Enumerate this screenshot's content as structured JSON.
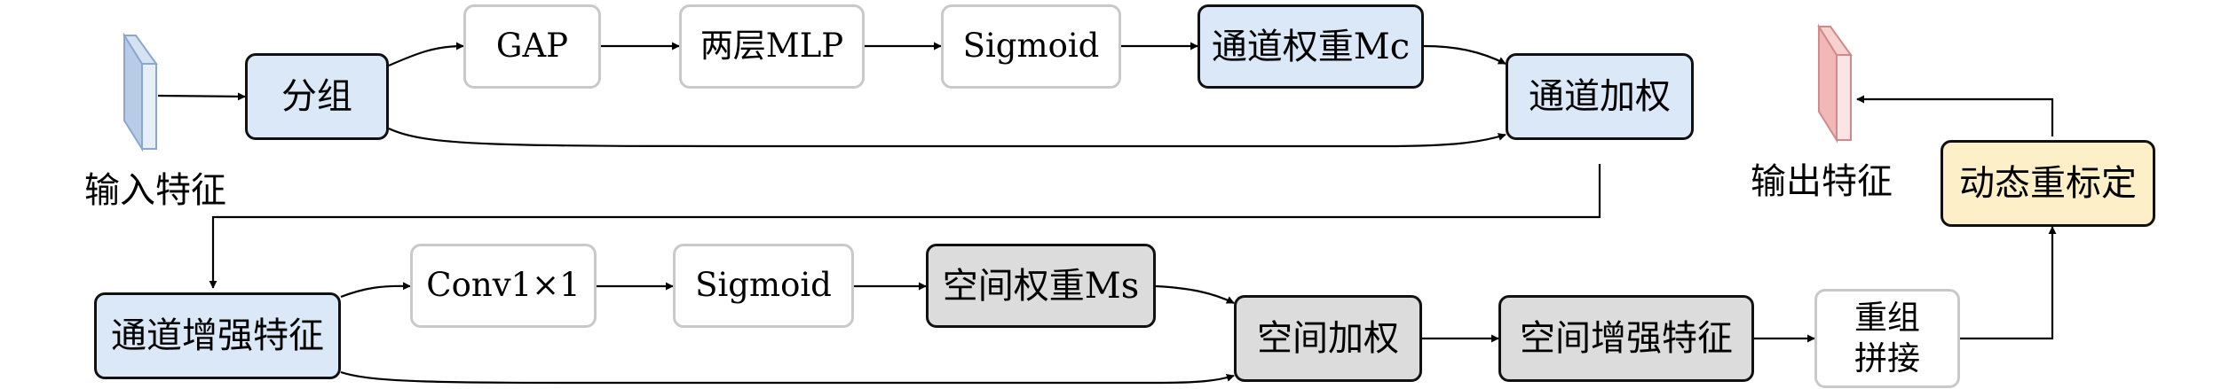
{
  "nodes": {
    "group": "分组",
    "gap": "GAP",
    "mlp": "两层MLP",
    "sigmoid_channel": "Sigmoid",
    "channel_weight": "通道权重Mc",
    "channel_weighting": "通道加权",
    "channel_enhanced": "通道增强特征",
    "conv": "Conv1×1",
    "sigmoid_spatial": "Sigmoid",
    "spatial_weight": "空间权重Ms",
    "spatial_weighting": "空间加权",
    "spatial_enhanced": "空间增强特征",
    "regroup": "重组拼接",
    "dynamic_recalibration": "动态重标定"
  },
  "labels": {
    "input_feature": "输入特征",
    "output_feature": "输出特征"
  },
  "colors": {
    "blue_fill": "#dbe8f8",
    "gray_fill": "#dcdcdc",
    "yellow_fill": "#fdf0c8",
    "input_cube": "#b8cce6",
    "output_cube": "#f2b8b8"
  }
}
